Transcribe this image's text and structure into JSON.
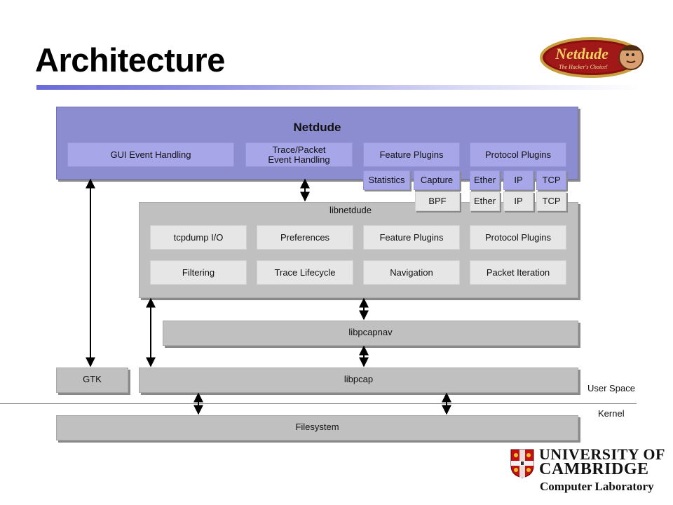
{
  "slide": {
    "title": "Architecture",
    "logo_text": "Netdude",
    "logo_tagline": "The Hacker's Choice!",
    "university": {
      "line1": "UNIVERSITY OF",
      "line2": "CAMBRIDGE",
      "line3": "Computer Laboratory"
    }
  },
  "diagram": {
    "netdude": {
      "label": "Netdude",
      "boxes": {
        "gui": "GUI Event Handling",
        "trace_packet": "Trace/Packet\nEvent Handling",
        "feature_plugins": "Feature Plugins",
        "protocol_plugins": "Protocol Plugins"
      },
      "feature_plugins": [
        "Statistics",
        "Capture"
      ],
      "protocol_plugins": [
        "Ether",
        "IP",
        "TCP"
      ]
    },
    "libnetdude": {
      "label": "libnetdude",
      "feature_plugins": [
        "BPF"
      ],
      "protocol_plugins": [
        "Ether",
        "IP",
        "TCP"
      ],
      "row1": [
        "tcpdump I/O",
        "Preferences",
        "Feature Plugins",
        "Protocol Plugins"
      ],
      "row2": [
        "Filtering",
        "Trace Lifecycle",
        "Navigation",
        "Packet Iteration"
      ]
    },
    "libpcapnav": "libpcapnav",
    "gtk": "GTK",
    "libpcap": "libpcap",
    "filesystem": "Filesystem",
    "user_space": "User Space",
    "kernel": "Kernel"
  }
}
